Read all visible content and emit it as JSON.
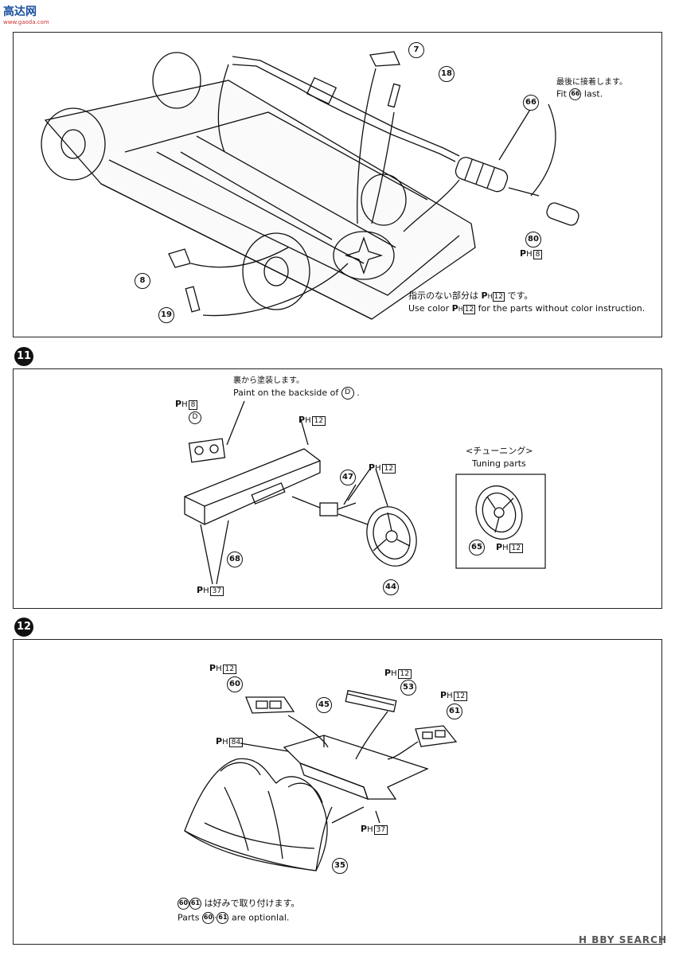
{
  "watermark_top": {
    "brand": "高达网",
    "sub": "www.gaoda.com"
  },
  "watermark_bottom": "H BBY SEARCH",
  "panel1": {
    "labels": {
      "p7": "7",
      "p18": "18",
      "p66": "66",
      "p80": "80",
      "p8": "8",
      "p19": "19"
    },
    "ph_80": "8",
    "fit_last_jp": "最後に接着します。",
    "fit_last_en_pre": "Fit",
    "fit_last_num": "66",
    "fit_last_en_post": "last.",
    "color_note_jp_pre": "指示のない部分は",
    "color_note_jp_num": "12",
    "color_note_jp_post": "です。",
    "color_note_en_pre": "Use color",
    "color_note_en_num": "12",
    "color_note_en_post": "for the parts without color instruction."
  },
  "step11": {
    "number": "11",
    "paint_jp": "裏から塗装します。",
    "paint_en_pre": "Paint on the backside of",
    "paint_en_letter": "D",
    "paint_en_post": ".",
    "ph_d": "8",
    "letter_d": "D",
    "ph_dash": "12",
    "ph_wheel": "12",
    "ph_bottom": "37",
    "tuning_jp": "<チューニング>",
    "tuning_en": "Tuning parts",
    "ph_tuning": "12",
    "labels": {
      "p47": "47",
      "p68": "68",
      "p44": "44",
      "p65": "65"
    }
  },
  "step12": {
    "number": "12",
    "ph_60": "12",
    "ph_53": "12",
    "ph_61": "12",
    "ph_84": "84",
    "ph_37": "37",
    "labels": {
      "p60": "60",
      "p45": "45",
      "p53": "53",
      "p61": "61",
      "p35": "35"
    },
    "optional_jp_post": "は好みで取り付けます。",
    "optional_en_pre": "Parts",
    "optional_en_post": "are optionlal.",
    "opt_a": "60",
    "opt_b": "61"
  }
}
